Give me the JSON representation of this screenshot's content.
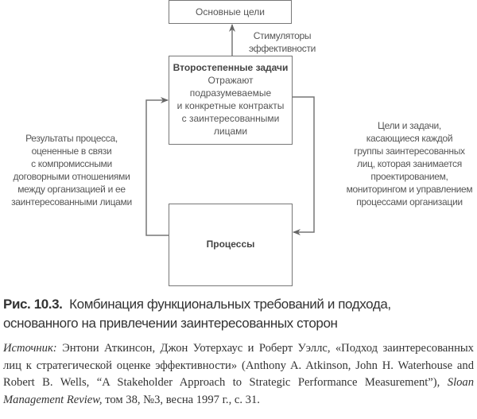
{
  "diagram": {
    "top_box": "Основные цели",
    "arrow_label": [
      "Стимуляторы",
      "эффективности"
    ],
    "middle_box": {
      "title": "Второстепенные задачи",
      "lines": [
        "Отражают",
        "подразумеваемые",
        "и конкретные контракты",
        "с заинтересованными",
        "лицами"
      ]
    },
    "bottom_box": "Процессы",
    "left_text": [
      "Результаты процесса,",
      "оцененные в связи",
      "с компромиссными",
      "договорными отношениями",
      "между организацией и ее",
      "заинтересованными лицами"
    ],
    "right_text": [
      "Цели и задачи,",
      "касающиеся каждой",
      "группы заинтересованных",
      "лиц, которая занимается",
      "проектированием,",
      "мониторингом и управлением",
      "процессами организации"
    ]
  },
  "caption": {
    "label": "Рис. 10.3.",
    "text_line1": "Комбинация функциональных требований и подхода,",
    "text_line2": "основанного на привлечении заинтересованных сторон"
  },
  "source": {
    "label": "Источник:",
    "text1": "Энтони Аткинсон, Джон Уотерхаус и Роберт Уэллс, «Подход заинтересованных лиц к стратегической оценке эффективности» (Anthony A. Atkinson, John H. Waterhouse and Robert B. Wells, “A Stakeholder Approach to Strategic Performance Measurement”),",
    "journal": "Sloan Management Review,",
    "text2": "том 38, №3, весна 1997 г., с. 31."
  }
}
